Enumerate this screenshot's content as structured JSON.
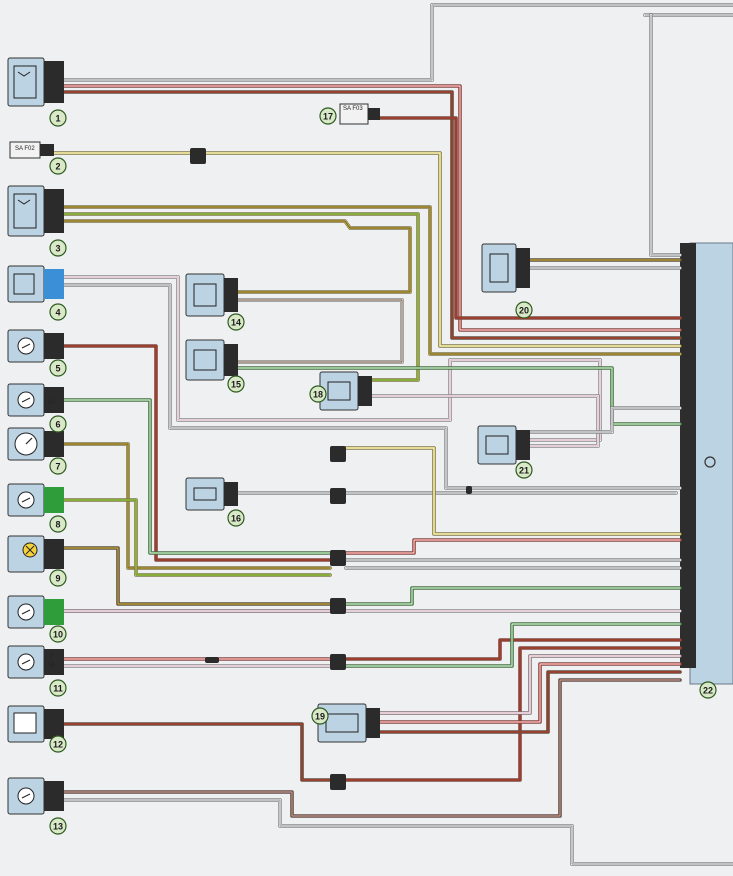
{
  "diagram": {
    "component_numbers": [
      "1",
      "2",
      "3",
      "4",
      "5",
      "6",
      "7",
      "8",
      "9",
      "10",
      "11",
      "12",
      "13",
      "14",
      "15",
      "16",
      "17",
      "18",
      "19",
      "20",
      "21",
      "22"
    ],
    "fuse_labels": [
      "SA F02",
      "SA F03"
    ],
    "connector_labels": [
      "10",
      "7",
      "16"
    ],
    "wire_colors": {
      "red": "#c8352b",
      "brown": "#6b4a2c",
      "yellow": "#d2c23a",
      "green": "#3e9a3a",
      "pink": "#d9a7b7",
      "white": "#f4f4f4",
      "grey": "#8d8f93",
      "orange": "#d77a30"
    },
    "ecu_color": "#bcd3e3"
  }
}
